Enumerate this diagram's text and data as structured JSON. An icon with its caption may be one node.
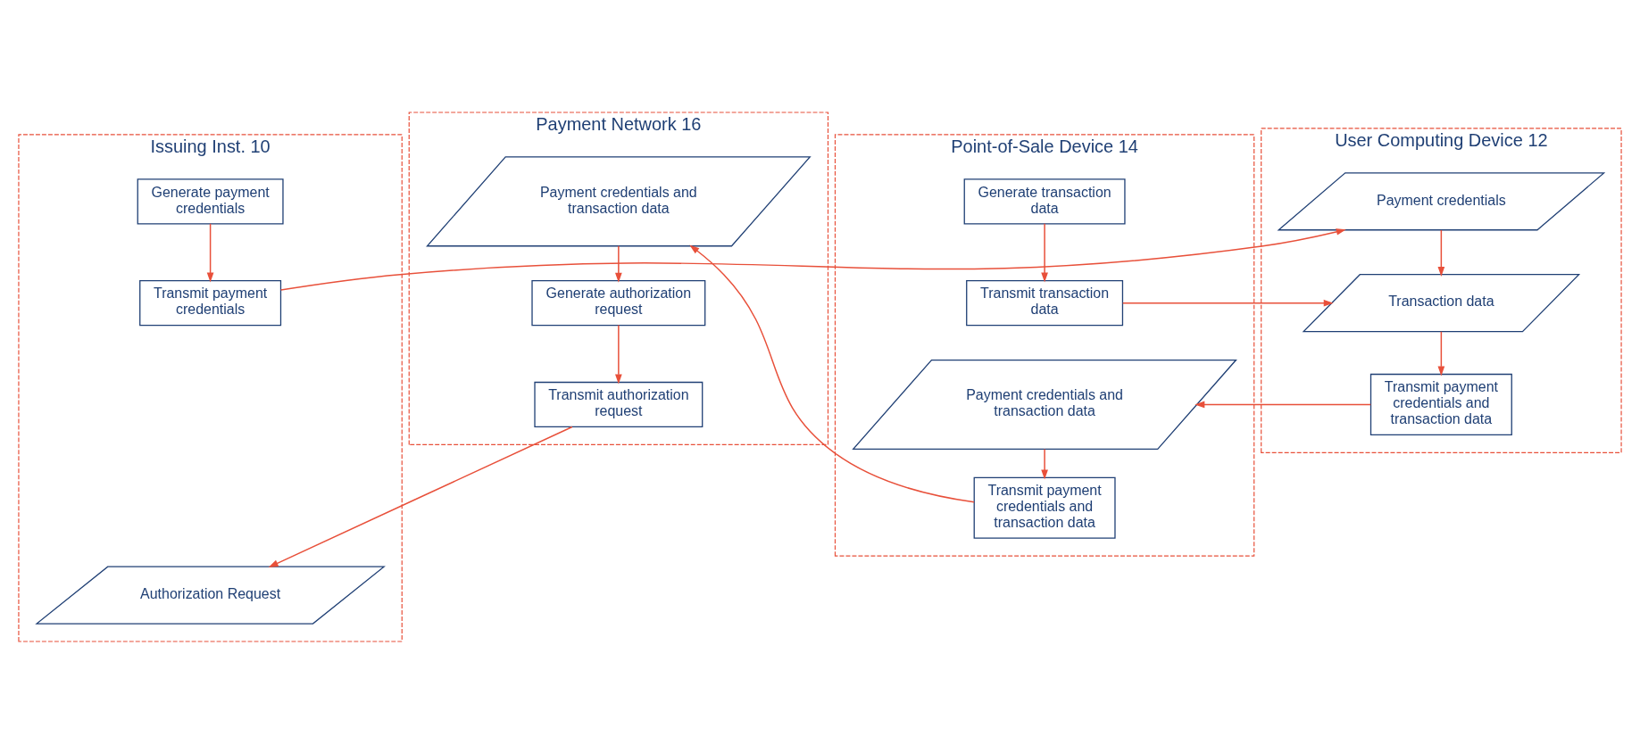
{
  "diagram": {
    "nodes": [
      {
        "text": [
          "Issuing Inst. 10"
        ]
      },
      {
        "text": [
          "User Computing Device 12"
        ]
      },
      {
        "text": [
          "Point-of-Sale Device 14"
        ]
      },
      {
        "text": [
          "Payment Network 16"
        ]
      },
      {
        "text": [
          "Generate payment credentials"
        ],
        "in": 0
      },
      {
        "text": [
          "Transmit payment credentials"
        ],
        "in": 0
      },
      {
        "text": [
          "Authorization Request"
        ],
        "in": 0
      },
      {
        "text": [
          "Payment credentials"
        ],
        "in": 1
      },
      {
        "text": [
          "Transaction data"
        ],
        "in": 1
      },
      {
        "text": [
          "Transmit payment credentials and transaction data"
        ],
        "in": 1
      },
      {
        "text": [
          "Generate transaction data"
        ],
        "in": 2
      },
      {
        "text": [
          "Transmit transaction data"
        ],
        "in": 2
      },
      {
        "text": [
          "Payment credentials and transaction data"
        ],
        "in": 2
      },
      {
        "text": [
          "Transmit payment credentials and transaction data"
        ],
        "in": 2
      },
      {
        "text": [
          "Payment credentials and transaction data"
        ],
        "in": 3
      },
      {
        "text": [
          "Generate authorization request"
        ],
        "in": 3
      },
      {
        "text": [
          "Transmit authorization request"
        ],
        "in": 3
      }
    ],
    "edges": [
      {
        "from": 4,
        "to": 5,
        "arrow": "to"
      },
      {
        "from": 5,
        "to": 7,
        "arrow": "to"
      },
      {
        "from": 7,
        "to": 8,
        "arrow": "to"
      },
      {
        "from": 10,
        "to": 11,
        "arrow": "to"
      },
      {
        "from": 11,
        "to": 8,
        "arrow": "to"
      },
      {
        "from": 8,
        "to": 9,
        "arrow": "to"
      },
      {
        "from": 9,
        "to": 12,
        "arrow": "to"
      },
      {
        "from": 12,
        "to": 13,
        "arrow": "to"
      },
      {
        "from": 13,
        "to": 14,
        "arrow": "to"
      },
      {
        "from": 14,
        "to": 15,
        "arrow": "to"
      },
      {
        "from": 15,
        "to": 16,
        "arrow": "to"
      },
      {
        "from": 16,
        "to": 6,
        "arrow": "to"
      }
    ]
  }
}
